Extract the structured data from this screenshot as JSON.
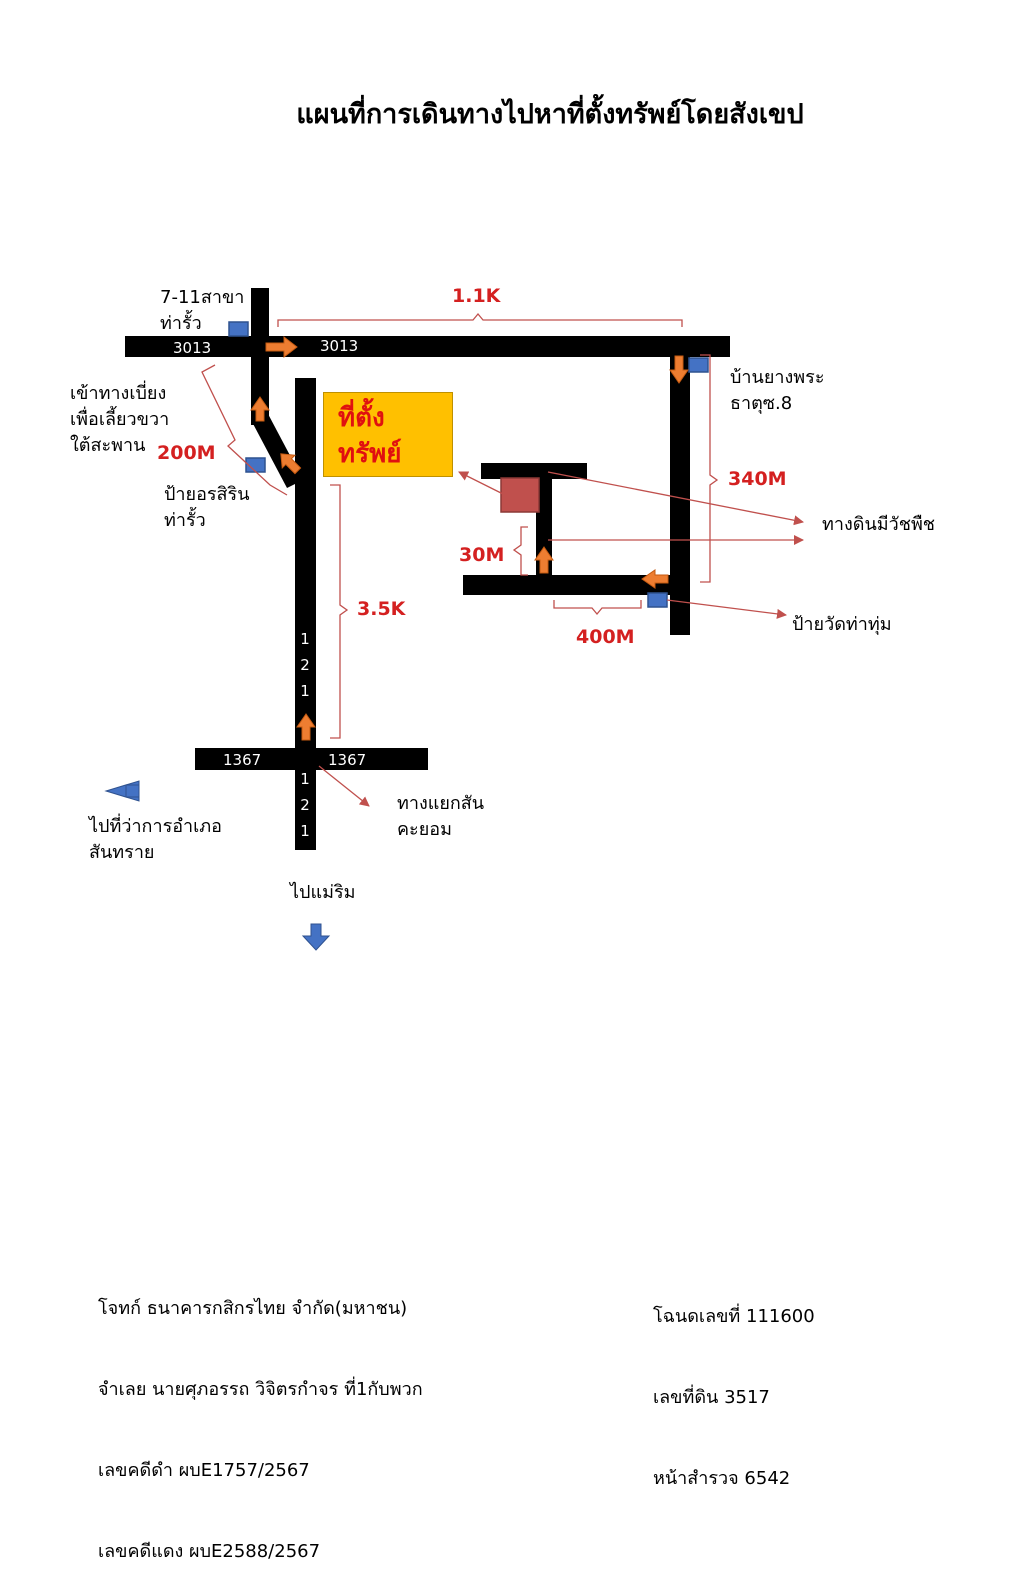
{
  "title": "แผนที่การเดินทางไปหาที่ตั้งทรัพย์โดยสังเขป",
  "colors": {
    "road": "#000000",
    "arrow_orange": "#ed7d31",
    "marker_blue": "#4472c4",
    "guide_red": "#c0504d",
    "distance_red": "#d42020",
    "property_box": "#ffc000",
    "property_square": "#c0504d"
  },
  "roads": {
    "r3013_left": "3013",
    "r3013_right": "3013",
    "r1367_left": "1367",
    "r1367_right": "1367",
    "r121_upper": [
      "1",
      "2",
      "1"
    ],
    "r121_lower": [
      "1",
      "2",
      "1"
    ]
  },
  "distances": {
    "d_1_1k": "1.1K",
    "d_200m": "200M",
    "d_3_5k": "3.5K",
    "d_340m": "340M",
    "d_30m": "30M",
    "d_400m": "400M"
  },
  "landmarks": {
    "seven_eleven": "7-11สาขา\nท่ารั้ว",
    "turn_note": "เข้าทางเบี่ยง\nเพื่อเลี้ยวขวา\nใต้สะพาน",
    "sign_orasirin": "ป้ายอรสิริน\nท่ารั้ว",
    "ban_yang_phra": "บ้านยางพระ\nธาตุซ.8",
    "dirt_road": "ทางดินมีวัชพืช",
    "wat_tha_thum_sign": "ป้ายวัดท่าทุ่ม",
    "sankayom_junction": "ทางแยกสัน\nคะยอม",
    "to_district_office": "ไปที่ว่าการอำเภอ\nสันทราย",
    "to_mae_rim": "ไปแม่ริม"
  },
  "property_label": "ที่ตั้ง\nทรัพย์",
  "footer": {
    "left": [
      "โจทก์ ธนาคารกสิกรไทย จำกัด(มหาชน)",
      "จำเลย นายศุภอรรถ วิจิตรกำจร ที่1กับพวก",
      "เลขคดีดำ ผบE1757/2567",
      "เลขคดีแดง ผบE2588/2567"
    ],
    "right": [
      "โฉนดเลขที่ 111600",
      "เลขที่ดิน 3517",
      "หน้าสำรวจ 6542"
    ]
  }
}
